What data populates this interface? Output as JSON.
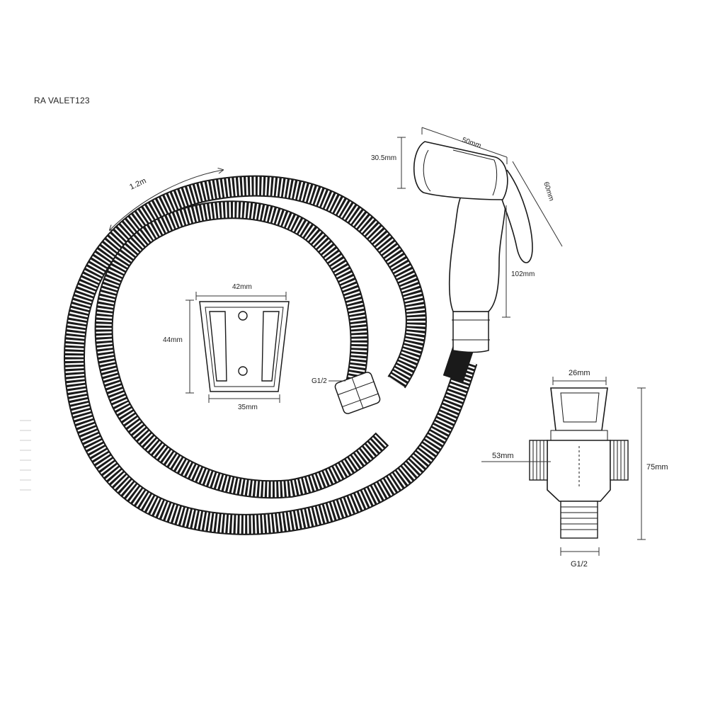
{
  "title": "RA VALET123",
  "hose": {
    "length_label": "1.2m"
  },
  "bracket": {
    "width_top": "42mm",
    "height": "44mm",
    "width_bottom": "35mm"
  },
  "hose_nut": {
    "thread_label": "G1/2"
  },
  "sprayer": {
    "head_height": "30.5mm",
    "head_width": "50mm",
    "lever_length": "60mm",
    "body_length": "102mm"
  },
  "t_valve": {
    "top_width": "26mm",
    "inlet_width": "53mm",
    "height": "75mm",
    "bottom_thread": "G1/2"
  },
  "colors": {
    "line": "#1a1a1a",
    "dimension": "#333333"
  }
}
